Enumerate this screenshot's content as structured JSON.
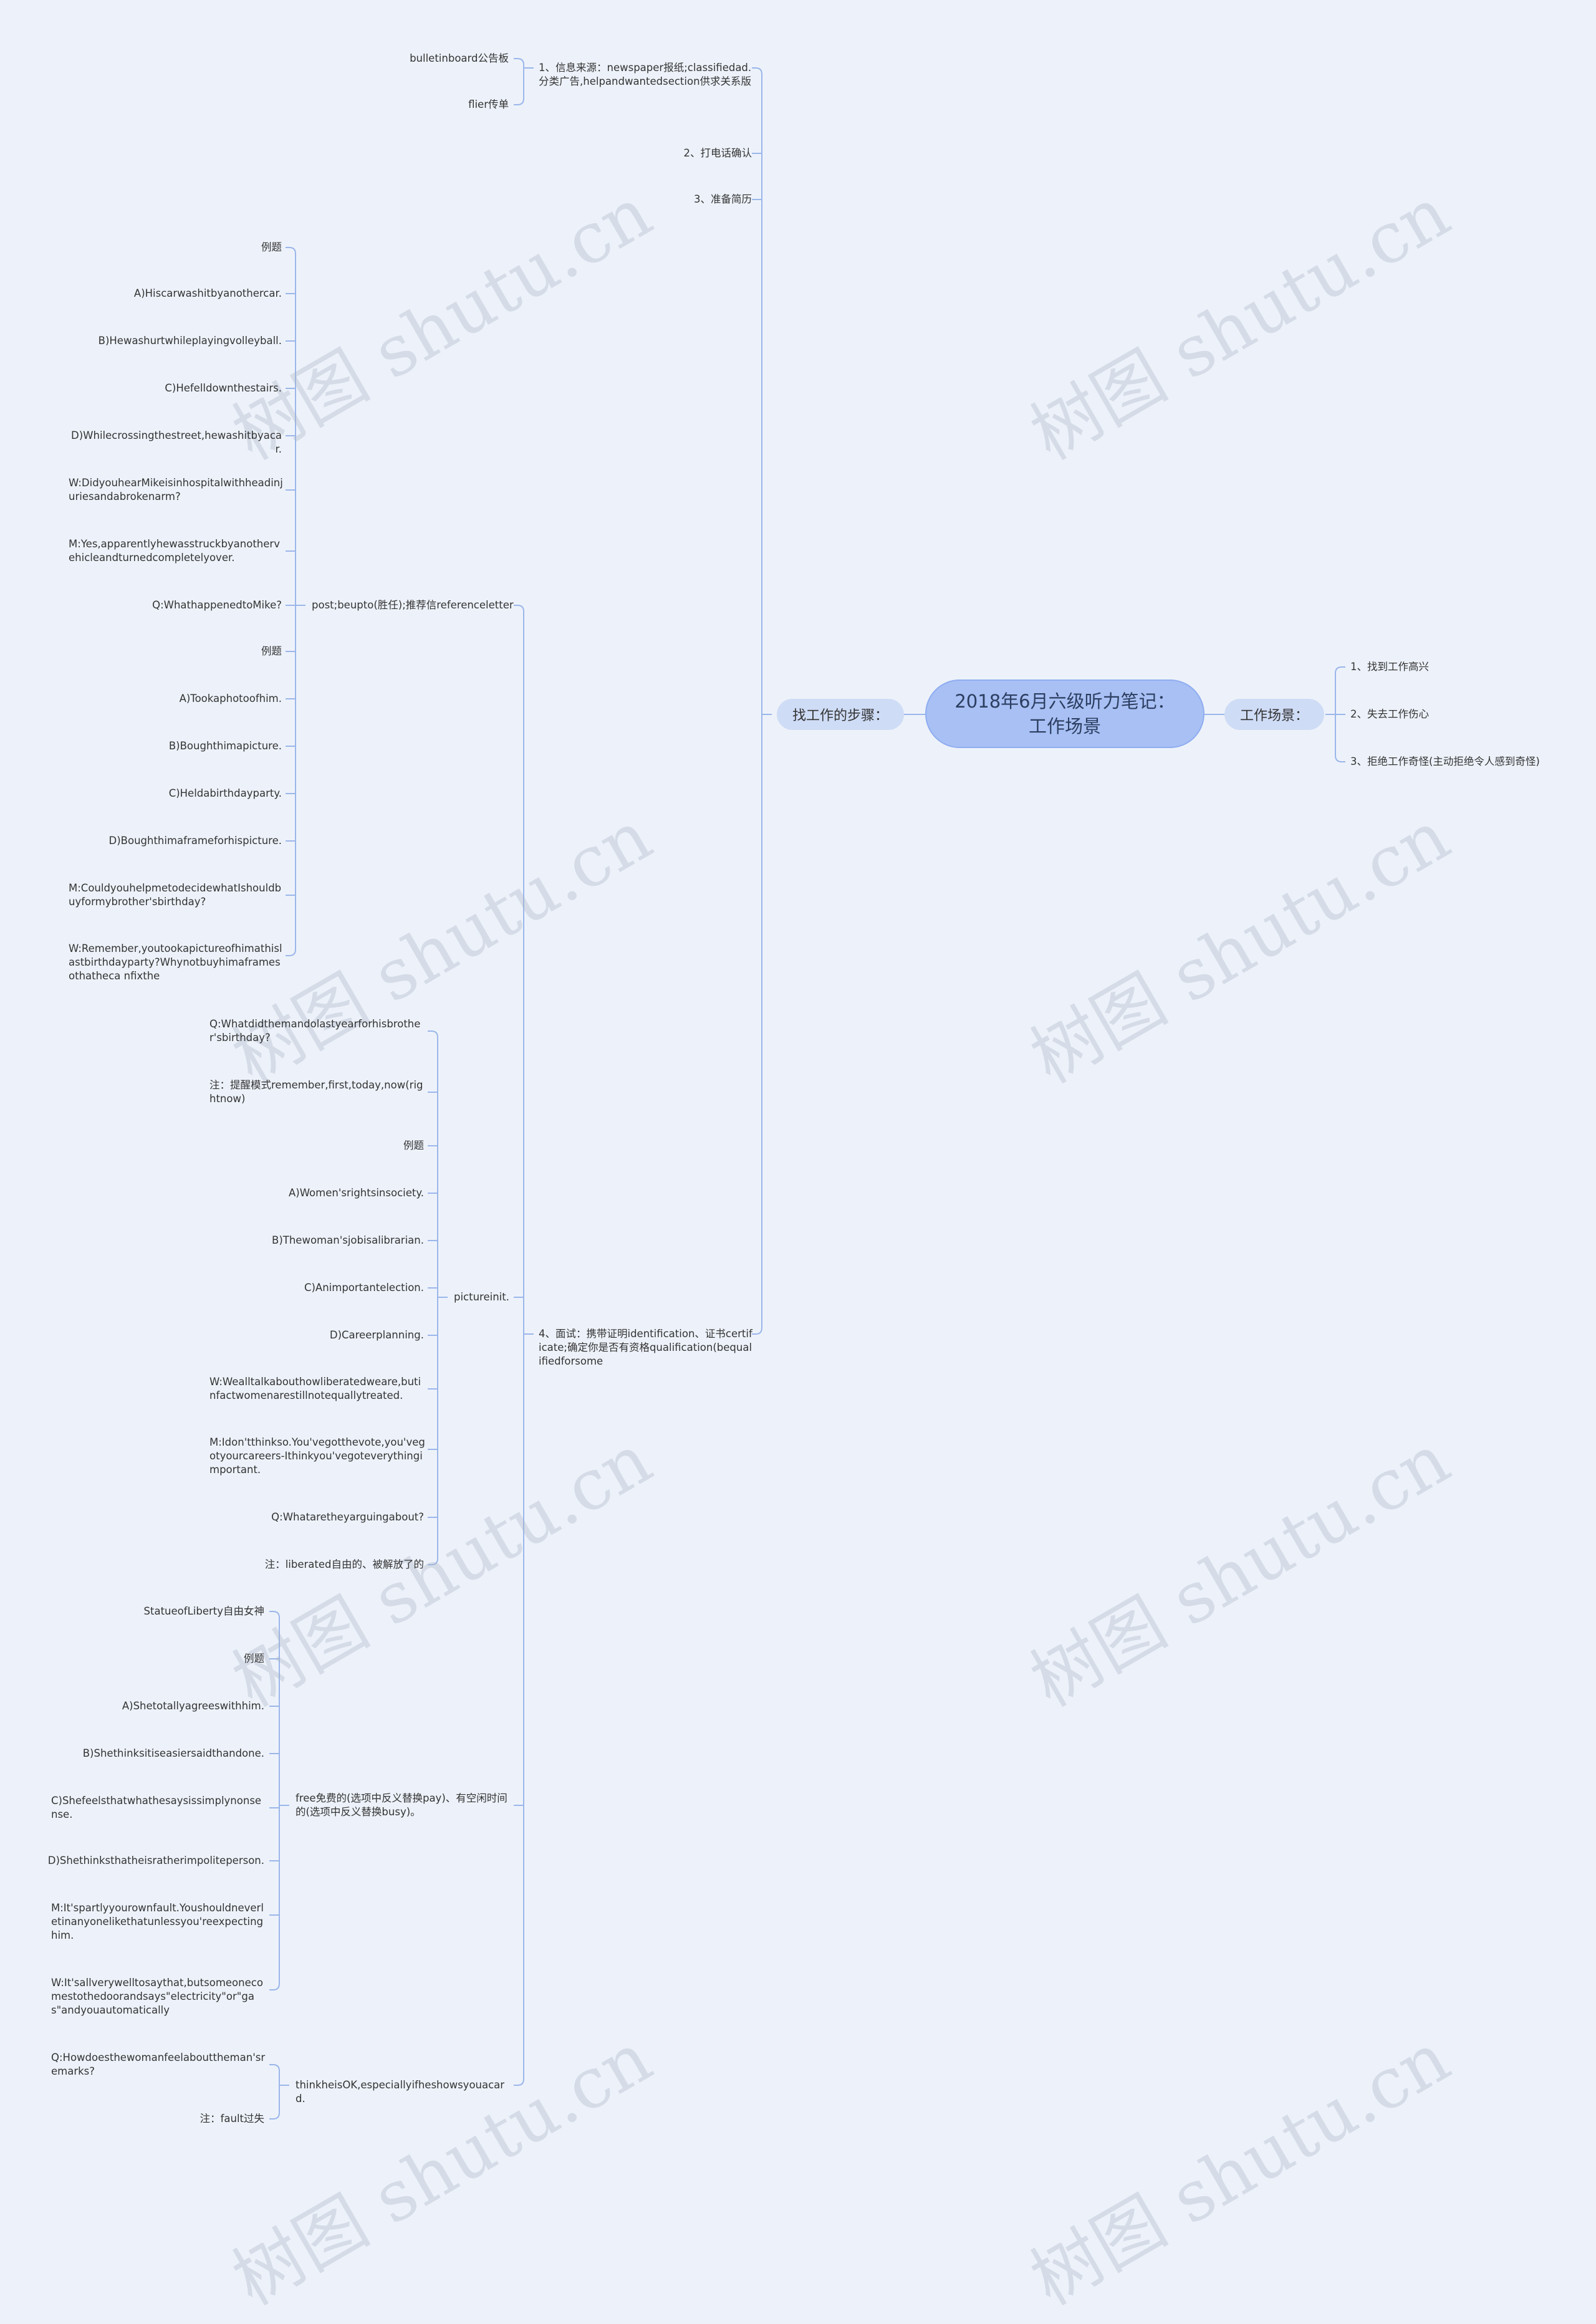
{
  "root": "2018年6月六级听力笔记：工作场景",
  "right": {
    "label": "工作场景：",
    "items": [
      "1、找到工作高兴",
      "2、失去工作伤心",
      "3、拒绝工作奇怪(主动拒绝令人感到奇怪)"
    ]
  },
  "left": {
    "label": "找工作的步骤：",
    "step1": "1、信息来源：newspaper报纸;classifiedad.分类广告,helpandwantedsection供求关系版",
    "step1_children": [
      "bulletinboard公告板",
      "flier传单"
    ],
    "step2": "2、打电话确认",
    "step3": "3、准备简历",
    "step4": "4、面试：携带证明identification、证书certificate;确定你是否有资格qualification(bequalifiedforsome",
    "groups": [
      {
        "label": "post;beupto(胜任);推荐信referenceletter",
        "items": [
          "例题",
          "A)Hiscarwashitbyanothercar.",
          "B)Hewashurtwhileplayingvolleyball.",
          "C)Hefelldownthestairs.",
          "D)Whilecrossingthestreet,hewashitbyacar.",
          "W:DidyouhearMikeisinhospitalwithheadinjuriesandabrokenarm?",
          "M:Yes,apparentlyhewasstruckbyanothervehicleandturnedcompletelyover.",
          "Q:WhathappenedtoMike?",
          "例题",
          "A)Tookaphotoofhim.",
          "B)Boughthimapicture.",
          "C)Heldabirthdayparty.",
          "D)Boughthimaframeforhispicture.",
          "M:CouldyouhelpmetodecidewhatIshouldbuyformybrother'sbirthday?",
          "W:Remember,youtookapictureofhimathislastbirthdayparty?Whynotbuyhimaframesothatheca nfixthe"
        ]
      },
      {
        "label": "pictureinit.",
        "items": [
          "Q:Whatdidthemandolastyearforhisbrother'sbirthday?",
          "注：提醒模式remember,first,today,now(rightnow)",
          "例题",
          "A)Women'srightsinsociety.",
          "B)Thewoman'sjobisalibrarian.",
          "C)Animportantelection.",
          "D)Careerplanning.",
          "W:Wealltalkabouthowliberatedweare,butinfactwomenarestillnotequallytreated.",
          "M:Idon'tthinkso.You'vegotthevote,you'vegotyourcareers-Ithinkyou'vegoteverythingimportant.",
          "Q:Whataretheyarguingabout?",
          "注：liberated自由的、被解放了的"
        ]
      },
      {
        "label": "free免费的(选项中反义替换pay)、有空闲时间的(选项中反义替换busy)。",
        "items": [
          "StatueofLiberty自由女神",
          "例题",
          "A)Shetotallyagreeswithhim.",
          "B)Shethinksitiseasiersaidthandone.",
          "C)Shefeelsthatwhathesaysissimplynonsense.",
          "D)Shethinksthatheisratherimpoliteperson.",
          "M:It'spartlyyourownfault.Youshouldneverletinanyonelikethatunlessyou'reexpectinghim.",
          "W:It'sallverywelltosaythat,butsomeonecomestothedoorandsays\"electricity\"or\"gas\"andyouautomatically"
        ]
      },
      {
        "label": "thinkheisOK,especiallyifheshowsyouacard.",
        "items": [
          "Q:Howdoesthewomanfeelabouttheman'sremarks?",
          "注：fault过失"
        ]
      }
    ]
  },
  "watermark": "树图 shutu.cn",
  "colors": {
    "background": "#edf2fa",
    "root_fill": "#a8c0f4",
    "pill_fill": "#cfdcf6",
    "line": "#9bb6ea"
  }
}
